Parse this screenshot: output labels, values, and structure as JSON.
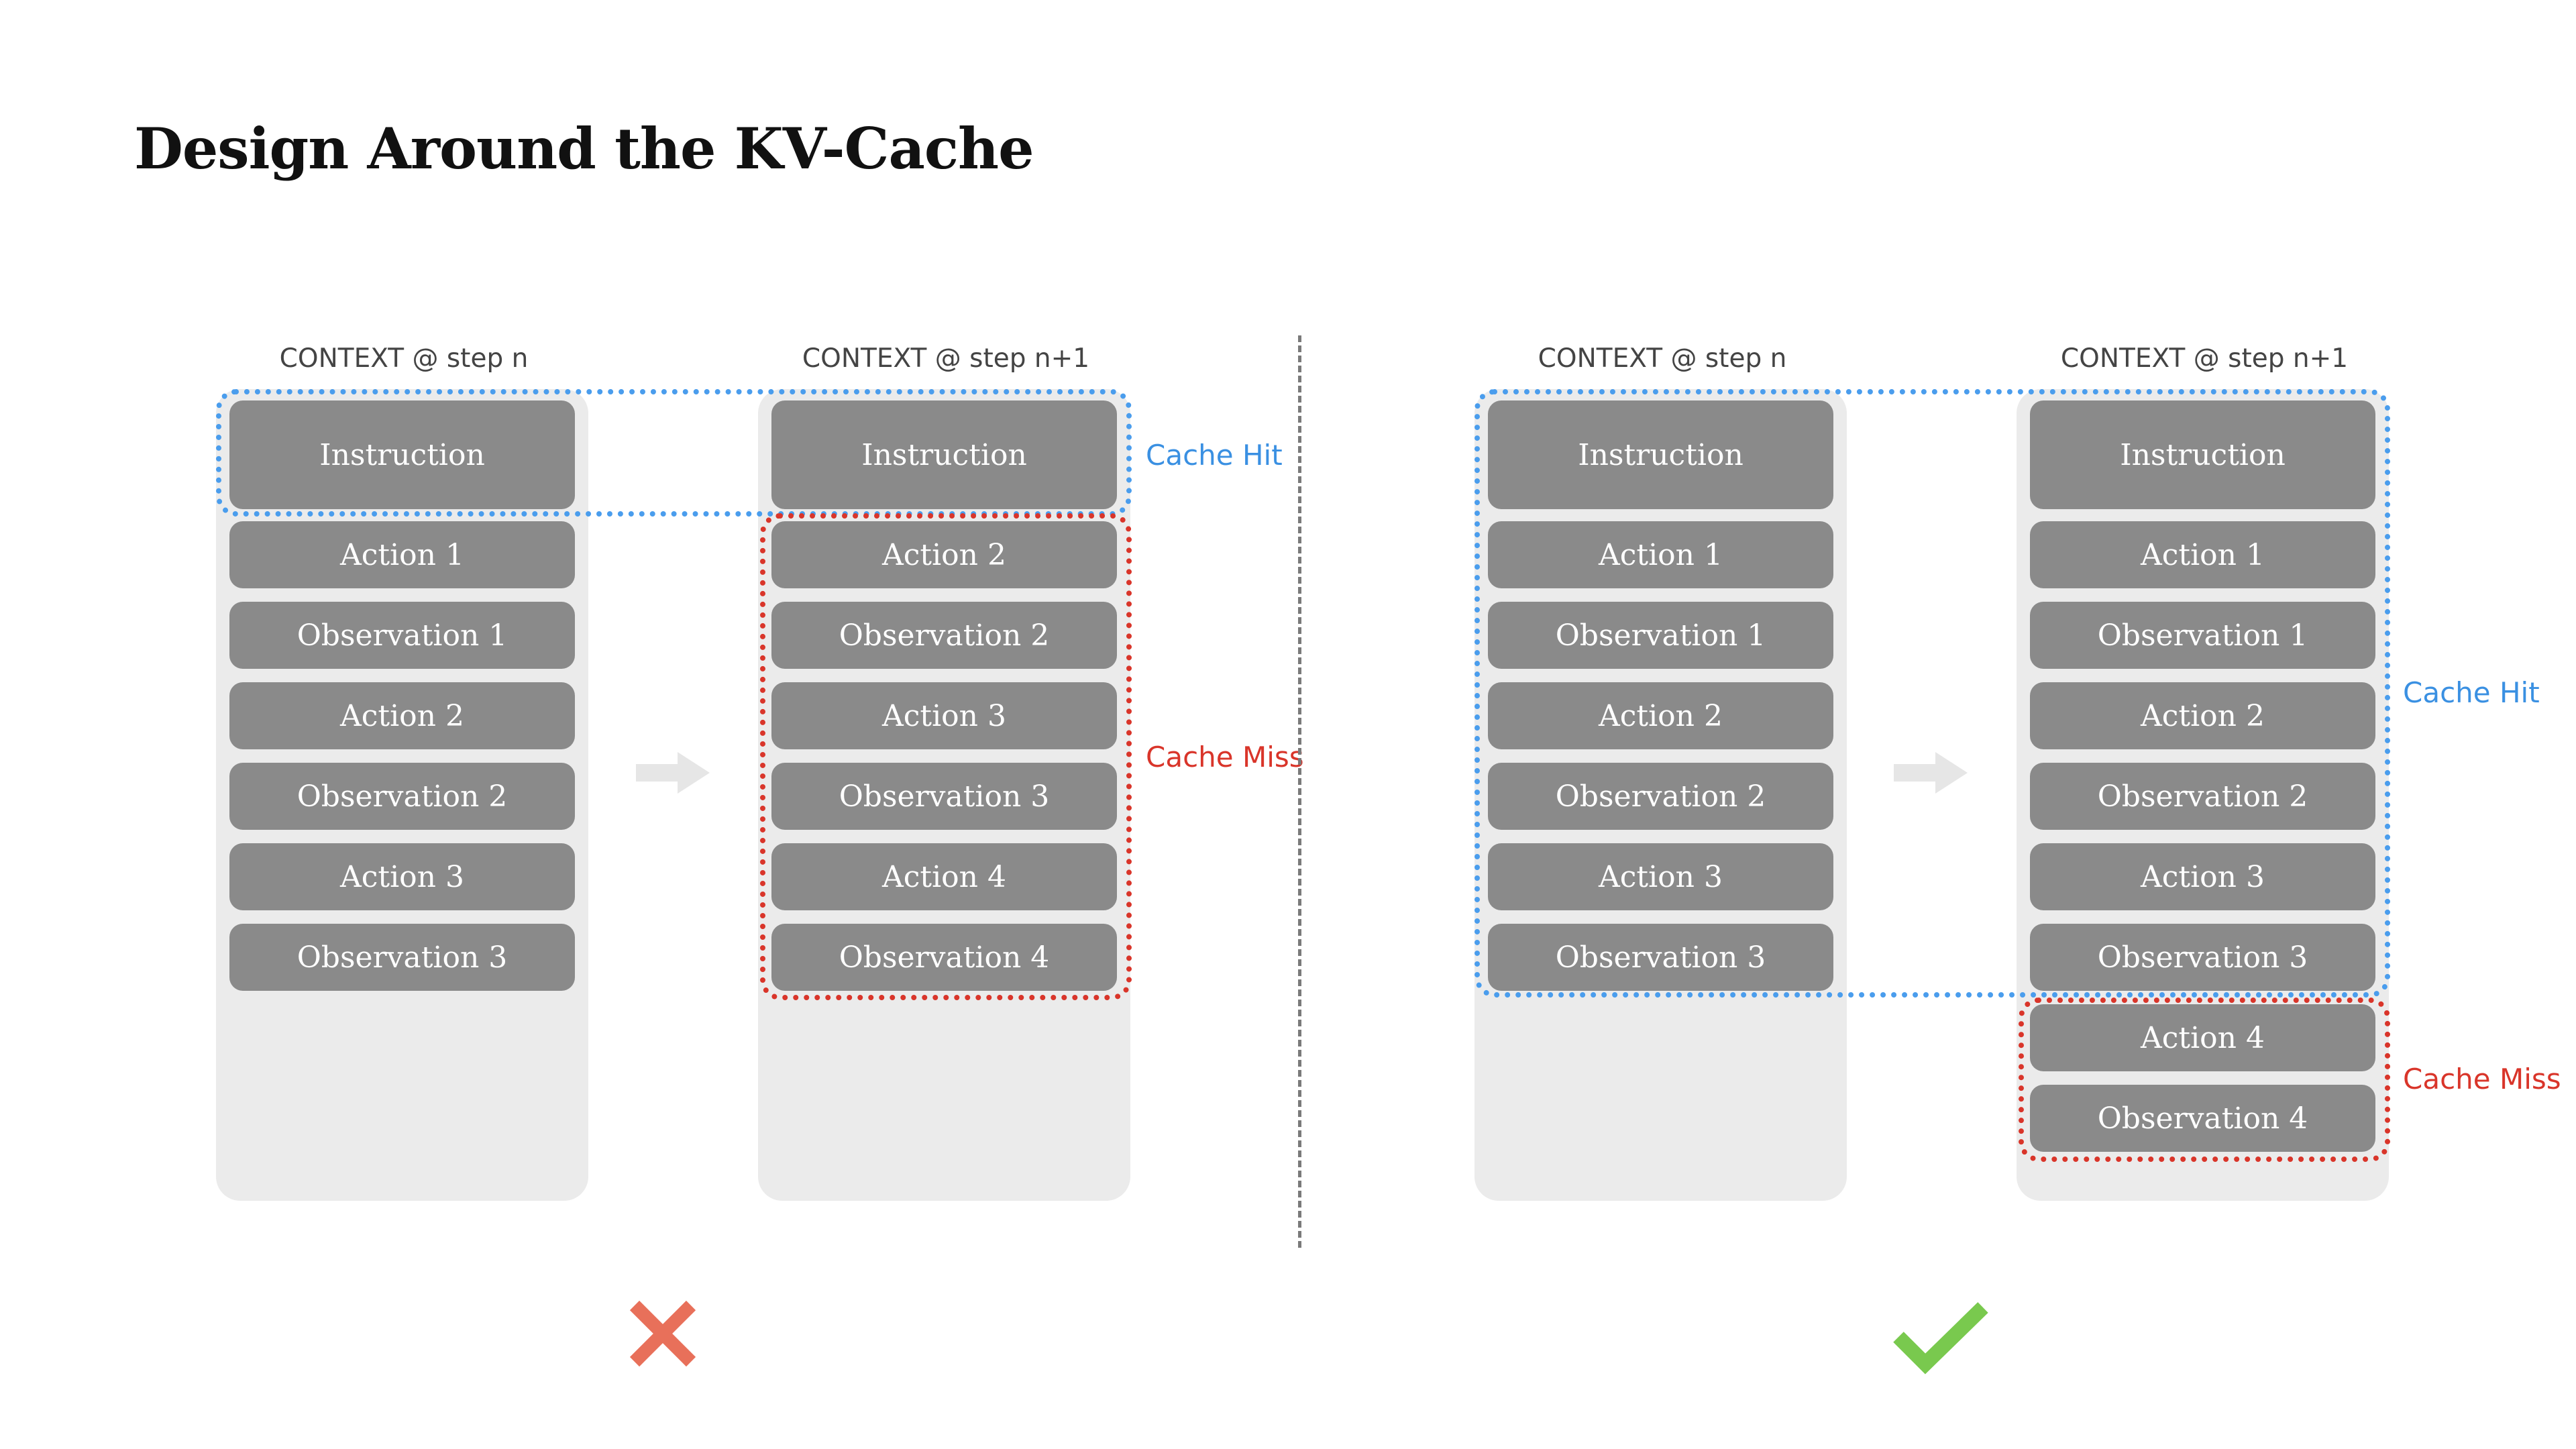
{
  "title": "Design Around the KV-Cache",
  "context_labels": {
    "step_n": "CONTEXT @ step n",
    "step_n1": "CONTEXT @ step n+1"
  },
  "cache_labels": {
    "hit": "Cache Hit",
    "miss": "Cache Miss"
  },
  "colors": {
    "cache_hit": "#4a9ded",
    "cache_miss": "#d9352a",
    "bad_mark": "#e8705a",
    "good_mark": "#79c94e"
  },
  "left_panel": {
    "verdict_icon": "cross-icon",
    "step_n_items": [
      "Instruction",
      "Action 1",
      "Observation 1",
      "Action 2",
      "Observation 2",
      "Action 3",
      "Observation 3"
    ],
    "step_n1_items": [
      "Instruction",
      "Action 2",
      "Observation 2",
      "Action 3",
      "Observation 3",
      "Action 4",
      "Observation 4"
    ]
  },
  "right_panel": {
    "verdict_icon": "check-icon",
    "step_n_items": [
      "Instruction",
      "Action 1",
      "Observation 1",
      "Action 2",
      "Observation 2",
      "Action 3",
      "Observation 3"
    ],
    "step_n1_items": [
      "Instruction",
      "Action 1",
      "Observation 1",
      "Action 2",
      "Observation 2",
      "Action 3",
      "Observation 3",
      "Action 4",
      "Observation 4"
    ]
  }
}
